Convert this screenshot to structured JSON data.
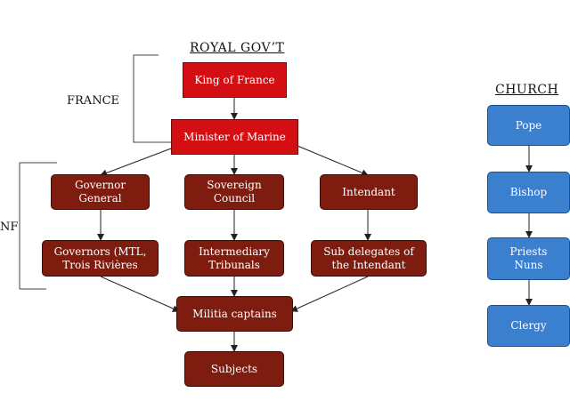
{
  "labels": {
    "royal_gov": "ROYAL GOV’T",
    "church": "CHURCH",
    "france": "FRANCE",
    "nf": "NF"
  },
  "nodes": {
    "king": "King of France",
    "minister": "Minister of Marine",
    "governor_general": "Governor\nGeneral",
    "sovereign_council": "Sovereign\nCouncil",
    "intendant": "Intendant",
    "governors": "Governors (MTL,\nTrois Rivières",
    "intermediary": "Intermediary\nTribunals",
    "sub_delegates": "Sub delegates of\nthe Intendant",
    "militia": "Militia captains",
    "subjects": "Subjects",
    "pope": "Pope",
    "bishop": "Bishop",
    "priests": "Priests\nNuns",
    "clergy": "Clergy"
  },
  "colors": {
    "royal": "#d40f14",
    "colonial": "#7d1c0f",
    "church": "#3b7fcf"
  }
}
